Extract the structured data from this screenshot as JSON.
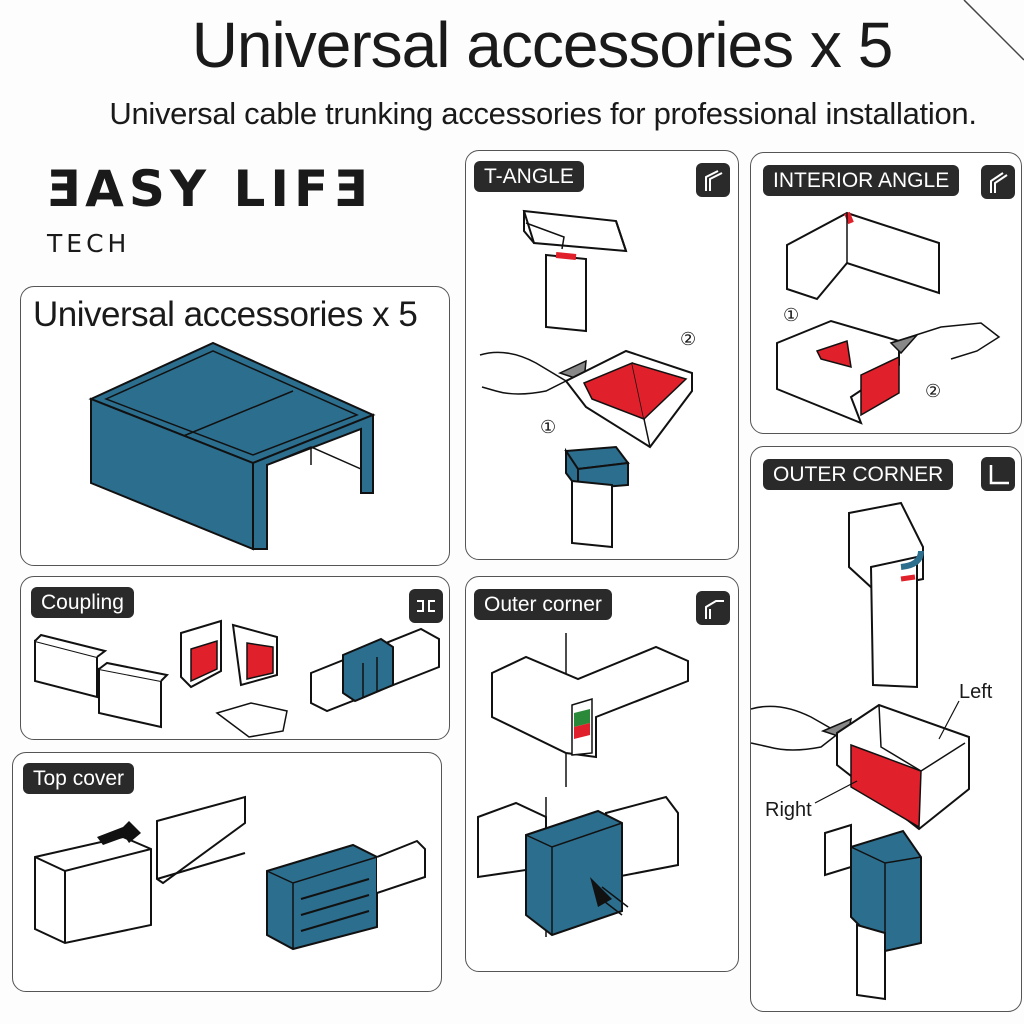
{
  "header": {
    "title": "Universal accessories x 5",
    "subtitle": "Universal cable trunking accessories for professional installation."
  },
  "brand": {
    "name": "ƎASY LIFƎ",
    "tagline": "TECH"
  },
  "panels": {
    "main": {
      "title": "Universal accessories x 5"
    },
    "t_angle": {
      "label": "T-ANGLE",
      "step1": "①",
      "step2": "②"
    },
    "interior_angle": {
      "label": "INTERIOR ANGLE",
      "step1": "①",
      "step2": "②"
    },
    "coupling": {
      "label": "Coupling"
    },
    "outer_corner_mid": {
      "label": "Outer corner"
    },
    "outer_corner_right": {
      "label": "OUTER CORNER",
      "left": "Left",
      "right": "Right"
    },
    "top_cover": {
      "label": "Top cover"
    }
  },
  "icons": {
    "t_angle": "t-angle-icon",
    "interior_angle": "interior-angle-icon",
    "outer_corner": "outer-corner-icon",
    "coupling": "coupling-icon",
    "outer_corner_mid": "outer-corner-icon"
  },
  "colors": {
    "accent_blue": "#2c6e8e",
    "accent_red": "#e0202a",
    "tag_bg": "#2a2a2a"
  }
}
